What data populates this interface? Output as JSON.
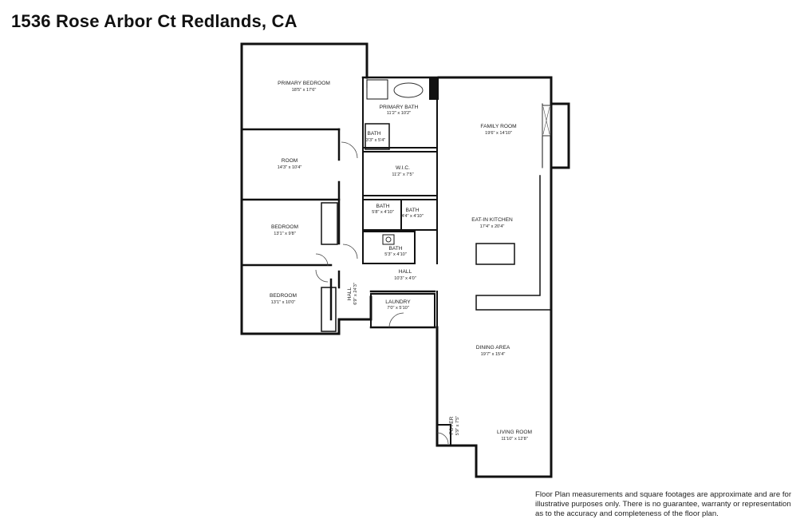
{
  "header": {
    "address": "1536 Rose Arbor Ct Redlands, CA"
  },
  "rooms": {
    "primary_bedroom": {
      "name": "PRIMARY BEDROOM",
      "dims": "18'5\" x 17'6\""
    },
    "primary_bath": {
      "name": "PRIMARY BATH",
      "dims": "11'2\" x 10'2\""
    },
    "bath_1": {
      "name": "BATH",
      "dims": "3'3\" x 5'4\""
    },
    "wic": {
      "name": "W.I.C.",
      "dims": "11'2\" x 7'5\""
    },
    "room": {
      "name": "ROOM",
      "dims": "14'3\" x 10'4\""
    },
    "bedroom_1": {
      "name": "BEDROOM",
      "dims": "13'1\" x 9'8\""
    },
    "bath_2": {
      "name": "BATH",
      "dims": "5'8\" x 4'10\""
    },
    "bath_3": {
      "name": "BATH",
      "dims": "4'4\" x 4'10\""
    },
    "bath_4": {
      "name": "BATH",
      "dims": "5'3\" x 4'10\""
    },
    "hall_1": {
      "name": "HALL",
      "dims": "10'3\" x 4'0\""
    },
    "hall_2": {
      "name": "HALL",
      "dims": "6'9\" x 24'3\""
    },
    "bedroom_2": {
      "name": "BEDROOM",
      "dims": "13'1\" x 10'0\""
    },
    "laundry": {
      "name": "LAUNDRY",
      "dims": "7'0\" x 5'10\""
    },
    "family_room": {
      "name": "FAMILY ROOM",
      "dims": "19'6\" x 14'10\""
    },
    "kitchen": {
      "name": "EAT-IN KITCHEN",
      "dims": "17'4\" x 20'4\""
    },
    "dining": {
      "name": "DINING AREA",
      "dims": "19'7\" x 15'4\""
    },
    "foyer": {
      "name": "FOYER",
      "dims": "5'9\" x 7'5\""
    },
    "living_room": {
      "name": "LIVING ROOM",
      "dims": "11'10\" x 12'8\""
    }
  },
  "disclaimer": {
    "line1": "Floor Plan measurements and square footages are approximate and are for",
    "line2": "illustrative purposes only. There is no guarantee, warranty or representation",
    "line3": "as to the accuracy and completeness of the floor plan."
  }
}
